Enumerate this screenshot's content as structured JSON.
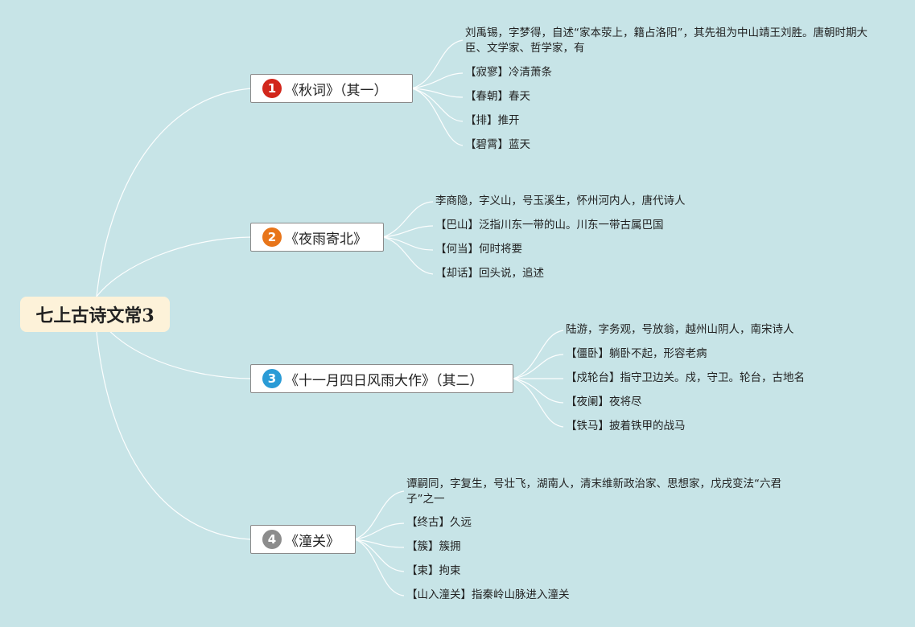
{
  "root": {
    "title": "七上古诗文常3"
  },
  "branches": [
    {
      "number": "1",
      "badge_color": "#d2261b",
      "title": "《秋词》（其一）",
      "items": [
        "刘禹锡，字梦得，自述“家本荥上，籍占洛阳”，其先祖为中山靖王刘胜。唐朝时期大臣、文学家、哲学家，有",
        "【寂寥】冷清萧条",
        "【春朝】春天",
        "【排】推开",
        "【碧霄】蓝天"
      ]
    },
    {
      "number": "2",
      "badge_color": "#e8751a",
      "title": "《夜雨寄北》",
      "items": [
        "李商隐，字义山，号玉溪生，怀州河内人，唐代诗人",
        "【巴山】泛指川东一带的山。川东一带古属巴国",
        "【何当】何时将要",
        "【却话】回头说，追述"
      ]
    },
    {
      "number": "3",
      "badge_color": "#2a9bd6",
      "title": "《十一月四日风雨大作》（其二）",
      "items": [
        "陆游，字务观，号放翁，越州山阴人，南宋诗人",
        "【僵卧】躺卧不起，形容老病",
        "【戍轮台】指守卫边关。戍，守卫。轮台，古地名",
        "【夜阑】夜将尽",
        "【铁马】披着铁甲的战马"
      ]
    },
    {
      "number": "4",
      "badge_color": "#8c8c8c",
      "title": "《潼关》",
      "items": [
        "谭嗣同，字复生，号壮飞，湖南人，清末维新政治家、思想家，戊戌变法“六君子”之一",
        "【终古】久远",
        "【簇】簇拥",
        "【束】拘束",
        "【山入潼关】指秦岭山脉进入潼关"
      ]
    }
  ]
}
